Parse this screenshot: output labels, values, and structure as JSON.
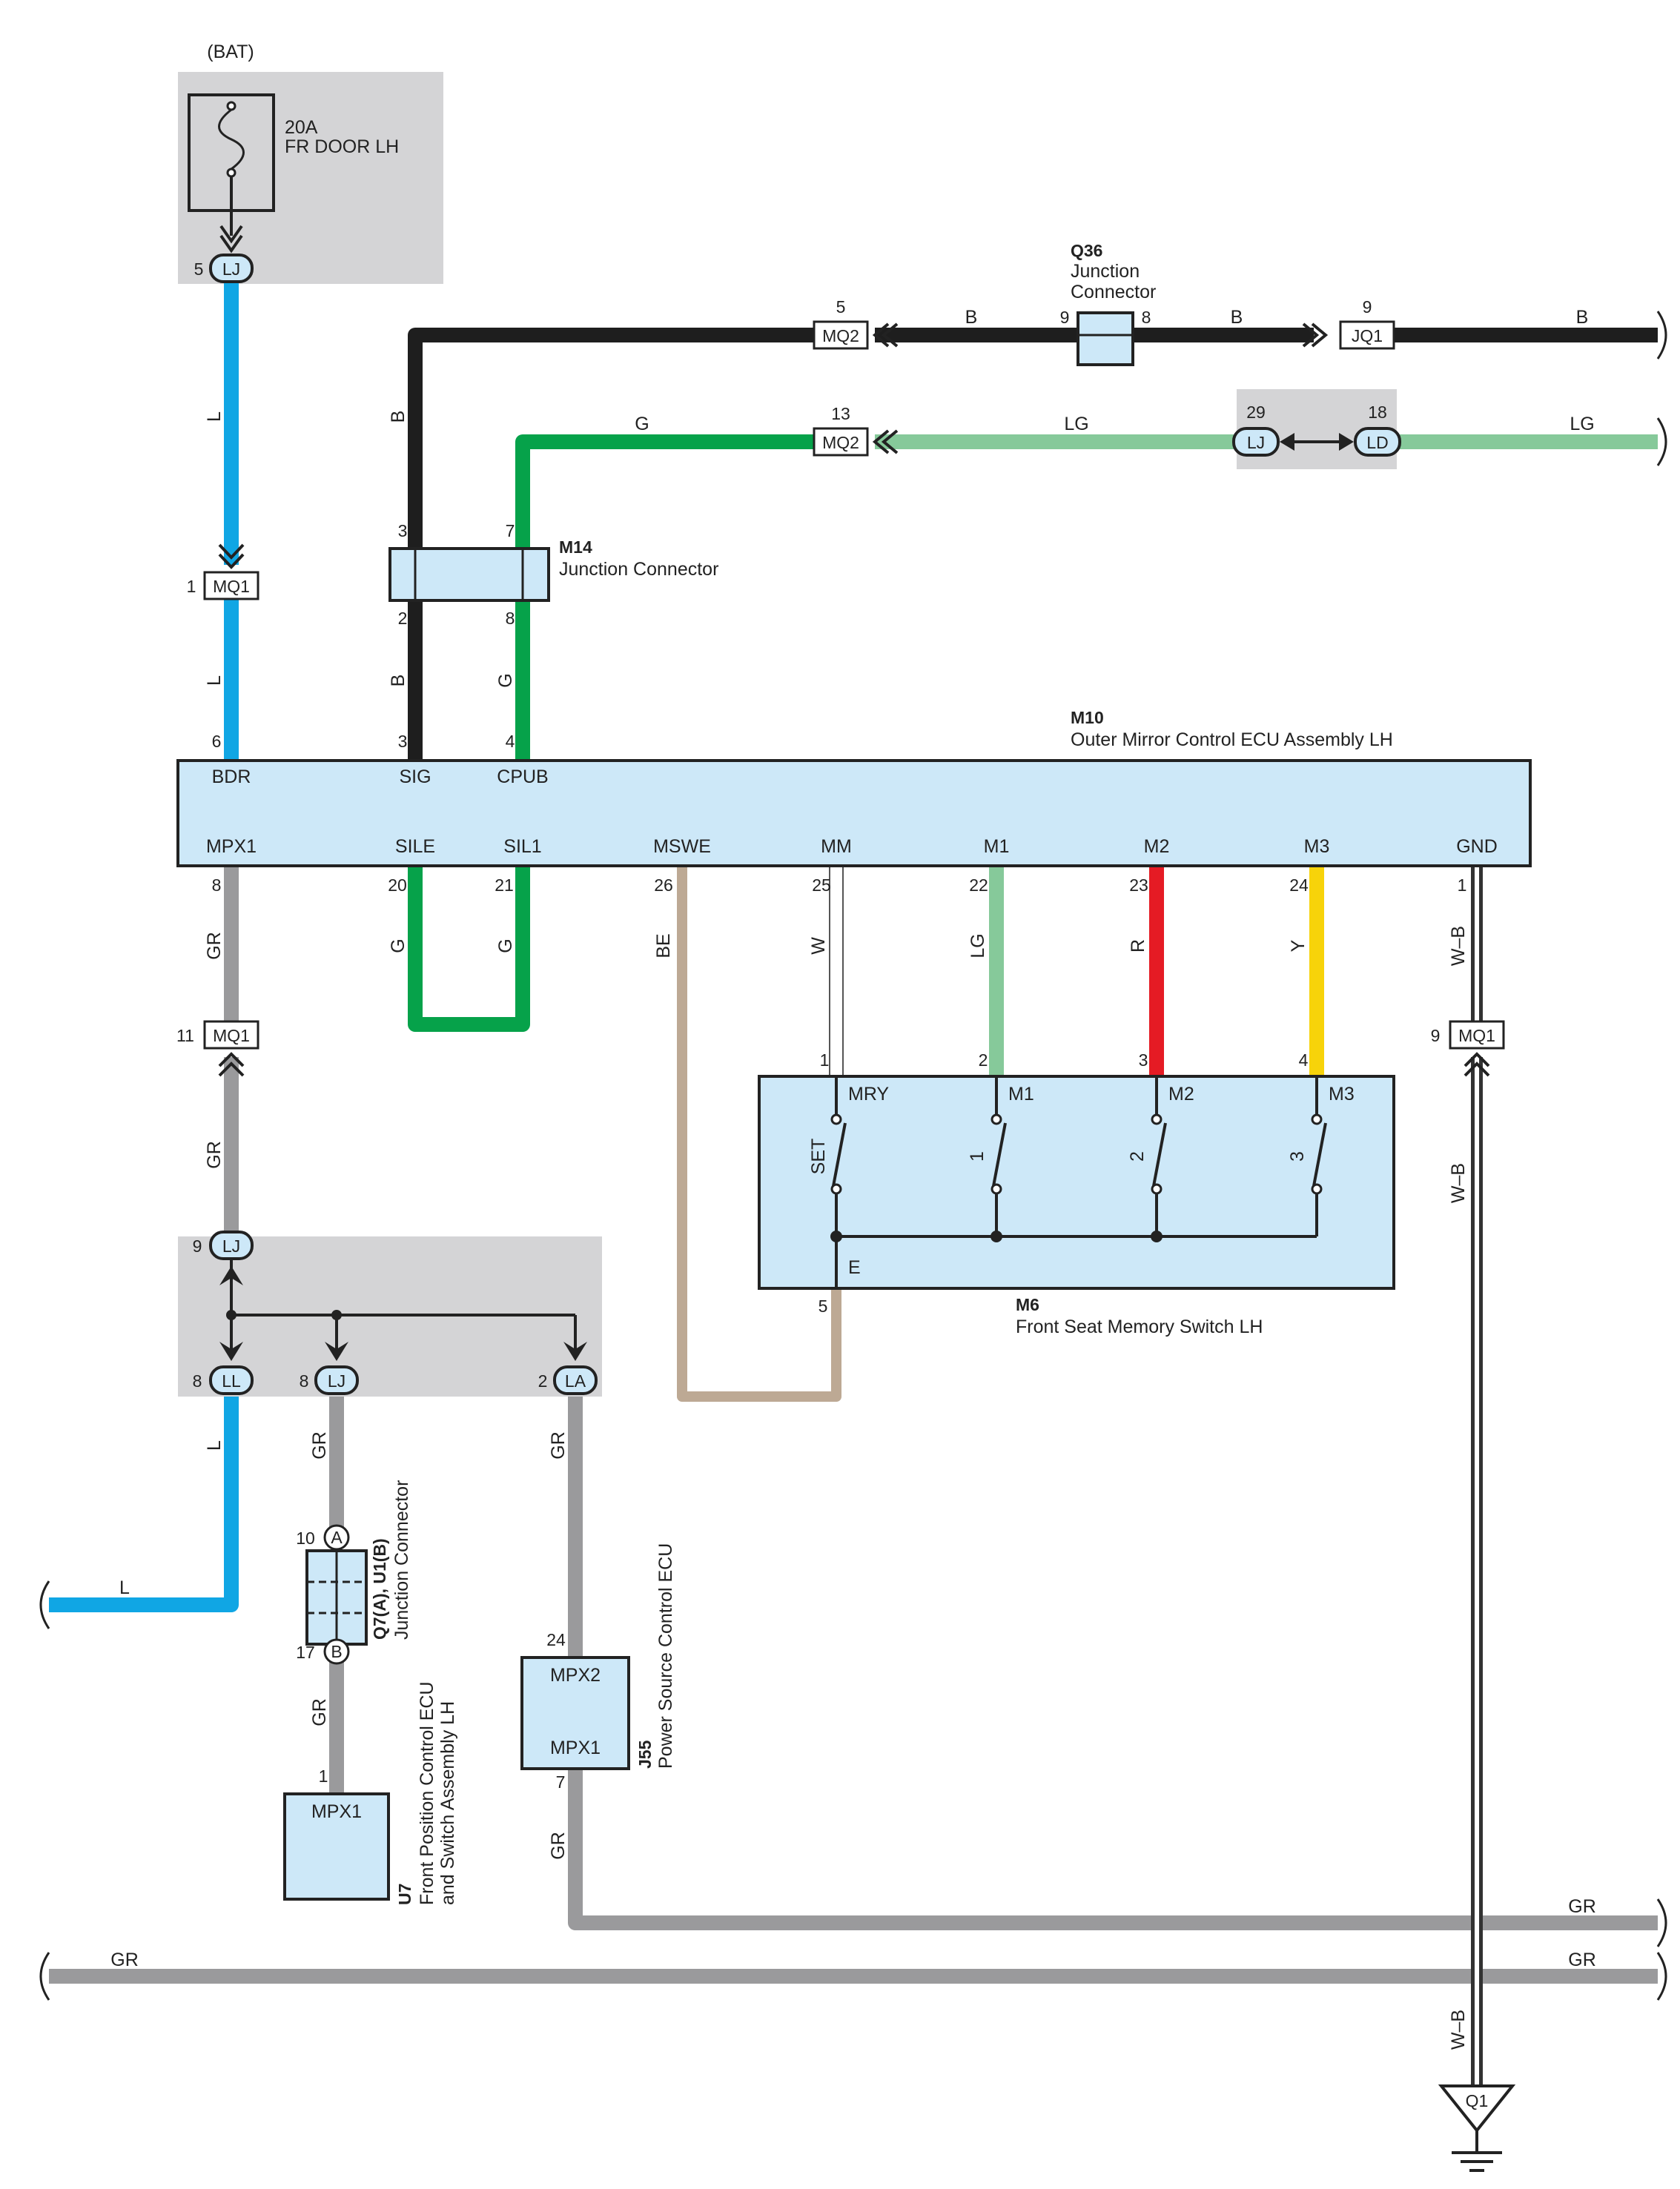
{
  "colors": {
    "L": "#10a6e4",
    "B": "#1e1e1e",
    "G": "#06a24a",
    "LG": "#86c99a",
    "GR": "#9a9a9c",
    "BE": "#bda994",
    "W": "#ffffff",
    "R": "#e51b24",
    "Y": "#f7d30a",
    "component_fill": "#cde8f8",
    "shaded_area": "#d4d4d6"
  },
  "power": {
    "source": "(BAT)",
    "fuse_rating": "20A",
    "fuse_name": "FR DOOR LH"
  },
  "wire_labels": {
    "L": "L",
    "B": "B",
    "G": "G",
    "LG": "LG",
    "GR": "GR",
    "BE": "BE",
    "W": "W",
    "R": "R",
    "Y": "Y",
    "WB": "W–B"
  },
  "connector_codes": {
    "LJ": "LJ",
    "MQ1": "MQ1",
    "MQ2": "MQ2",
    "JQ1": "JQ1",
    "LD": "LD",
    "LL": "LL",
    "LA": "LA",
    "A": "A",
    "Bc": "B",
    "Q1": "Q1"
  },
  "pins": {
    "p1": "1",
    "p2": "2",
    "p3": "3",
    "p4": "4",
    "p5": "5",
    "p6": "6",
    "p7": "7",
    "p8": "8",
    "p9": "9",
    "p10": "10",
    "p11": "11",
    "p13": "13",
    "p17": "17",
    "p18": "18",
    "p20": "20",
    "p21": "21",
    "p22": "22",
    "p23": "23",
    "p24": "24",
    "p25": "25",
    "p26": "26",
    "p29": "29"
  },
  "components": {
    "q36": {
      "code": "Q36",
      "name_line1": "Junction",
      "name_line2": "Connector"
    },
    "m14": {
      "code": "M14",
      "name": "Junction Connector"
    },
    "m10": {
      "code": "M10",
      "name": "Outer Mirror Control ECU Assembly LH",
      "terminals": {
        "bdr": "BDR",
        "sig": "SIG",
        "cpub": "CPUB",
        "mpx1": "MPX1",
        "sile": "SILE",
        "sil1": "SIL1",
        "mswe": "MSWE",
        "mm": "MM",
        "m1": "M1",
        "m2": "M2",
        "m3": "M3",
        "gnd": "GND"
      }
    },
    "m6": {
      "code": "M6",
      "name": "Front Seat Memory Switch LH",
      "terminals": {
        "mry": "MRY",
        "m1": "M1",
        "m2": "M2",
        "m3": "M3",
        "e": "E"
      },
      "switches": {
        "set": "SET",
        "s1": "1",
        "s2": "2",
        "s3": "3"
      }
    },
    "q7u1": {
      "code": "Q7(A), U1(B)",
      "name": "Junction Connector"
    },
    "j55": {
      "code": "J55",
      "name": "Power Source Control ECU",
      "t1": "MPX2",
      "t2": "MPX1"
    },
    "u7": {
      "code": "U7",
      "name_line1": "Front Position Control ECU",
      "name_line2": "and Switch Assembly LH",
      "t1": "MPX1"
    }
  }
}
